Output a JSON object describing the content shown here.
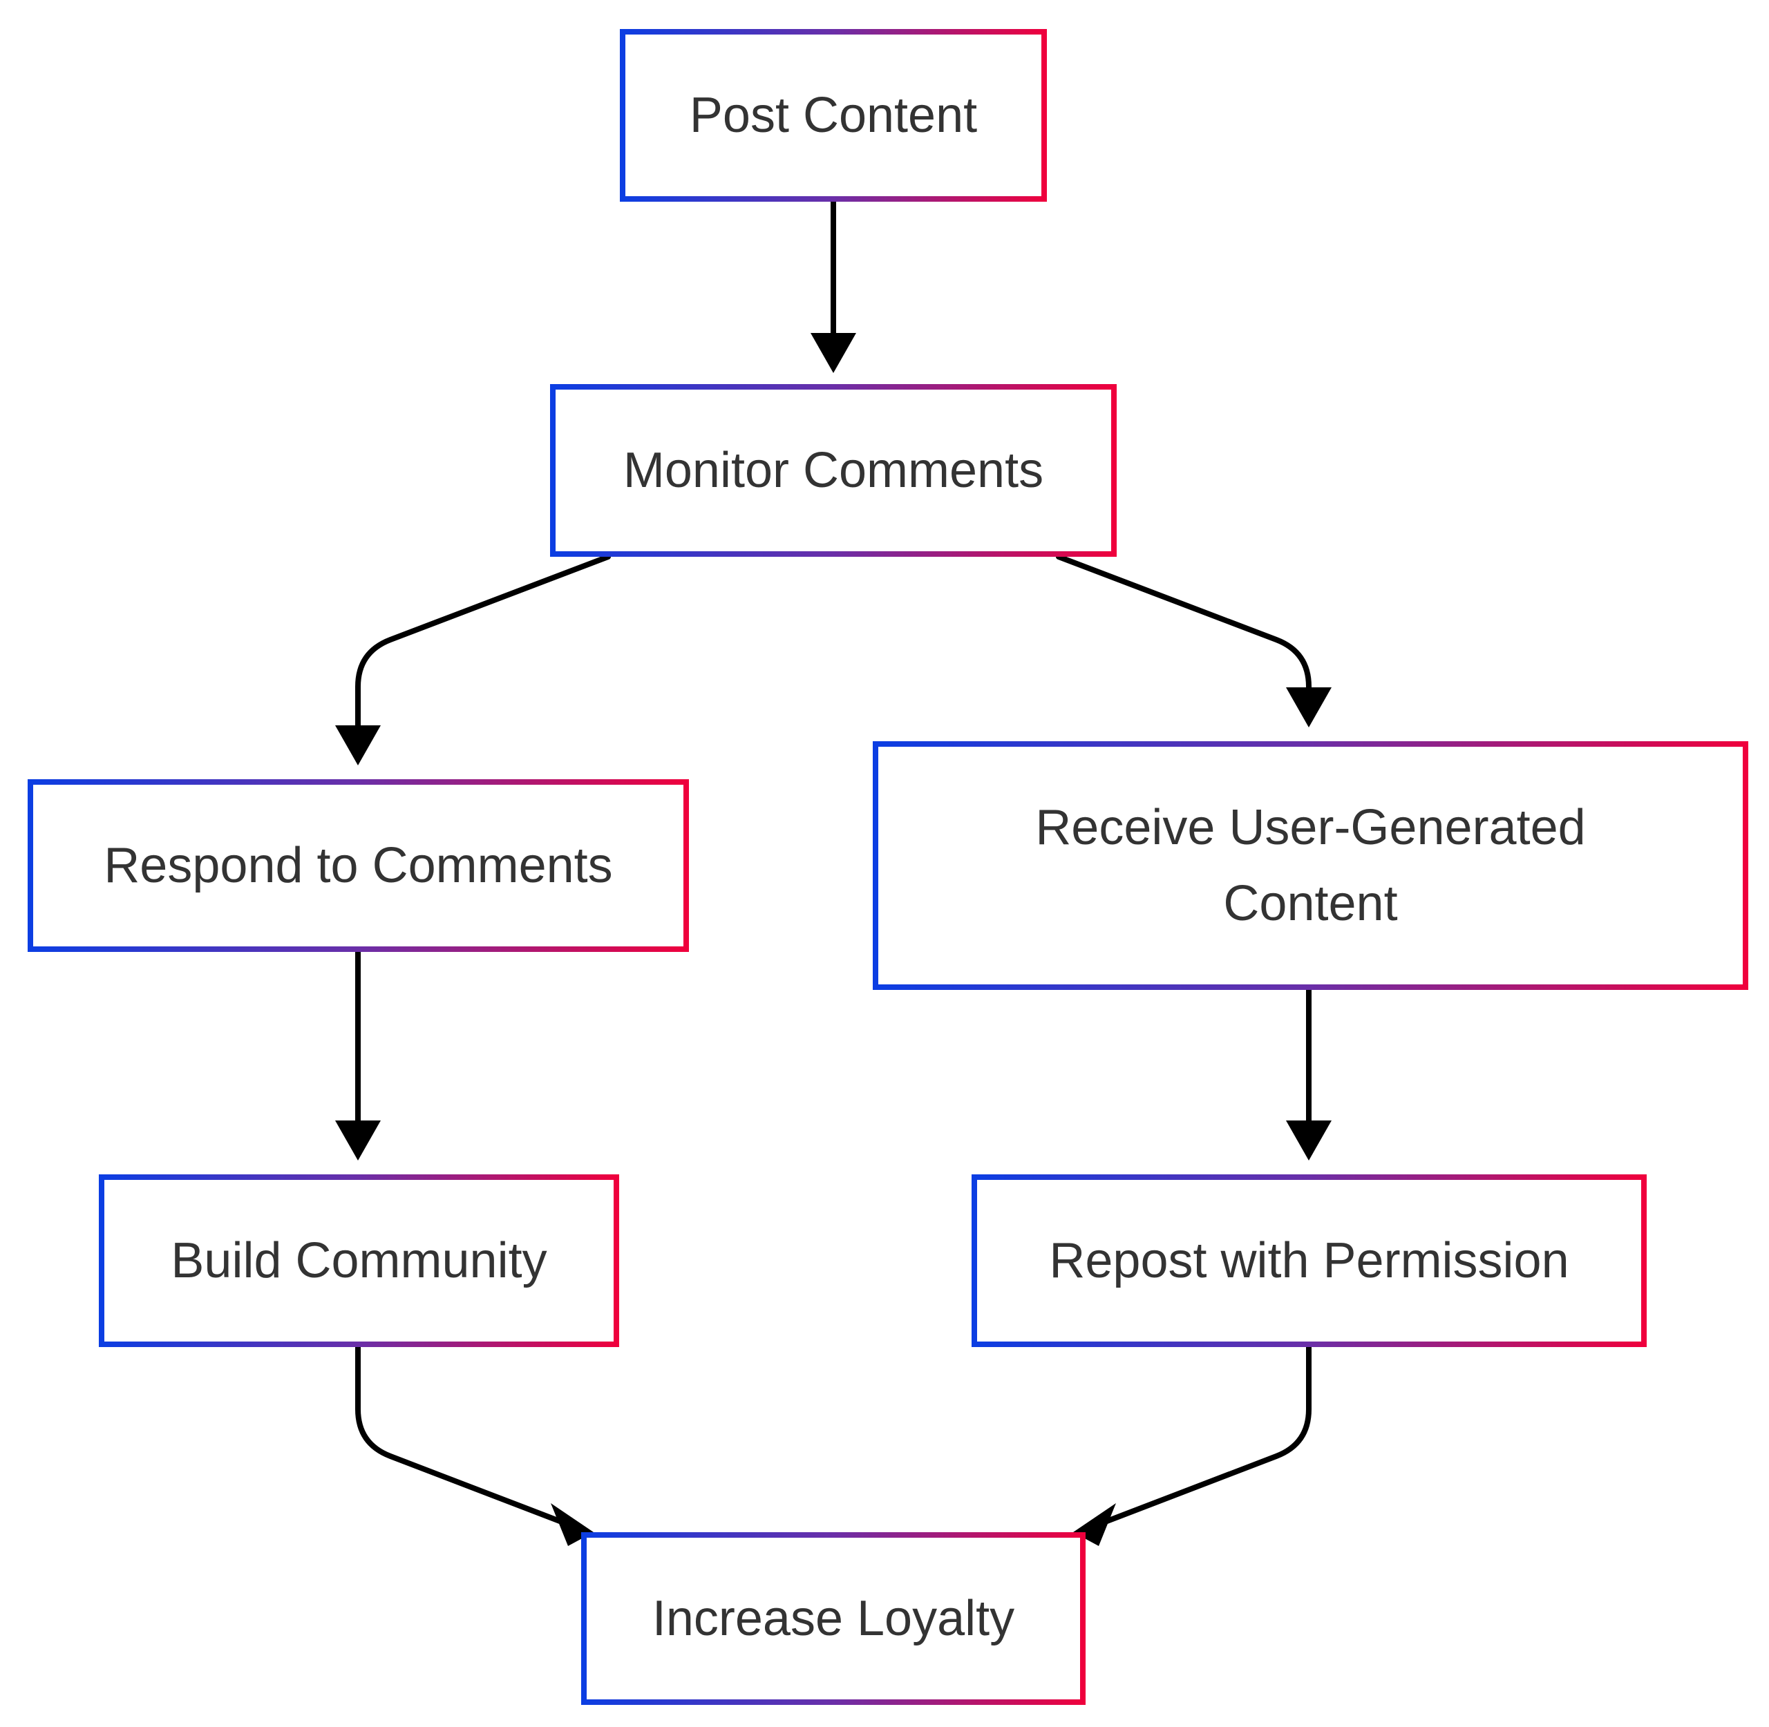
{
  "nodes": {
    "post_content": "Post Content",
    "monitor_comments": "Monitor Comments",
    "respond_to_comments": "Respond to Comments",
    "receive_ugc": "Receive User-Generated Content",
    "build_community": "Build Community",
    "repost_with_permission": "Repost with Permission",
    "increase_loyalty": "Increase Loyalty"
  },
  "edges": [
    {
      "from": "Post Content",
      "to": "Monitor Comments"
    },
    {
      "from": "Monitor Comments",
      "to": "Respond to Comments"
    },
    {
      "from": "Monitor Comments",
      "to": "Receive User-Generated Content"
    },
    {
      "from": "Respond to Comments",
      "to": "Build Community"
    },
    {
      "from": "Receive User-Generated Content",
      "to": "Repost with Permission"
    },
    {
      "from": "Build Community",
      "to": "Increase Loyalty"
    },
    {
      "from": "Repost with Permission",
      "to": "Increase Loyalty"
    }
  ],
  "colors": {
    "border_gradient_start": "#0b3ee3",
    "border_gradient_end": "#f0003c",
    "edge": "#000000",
    "text": "#333333"
  }
}
